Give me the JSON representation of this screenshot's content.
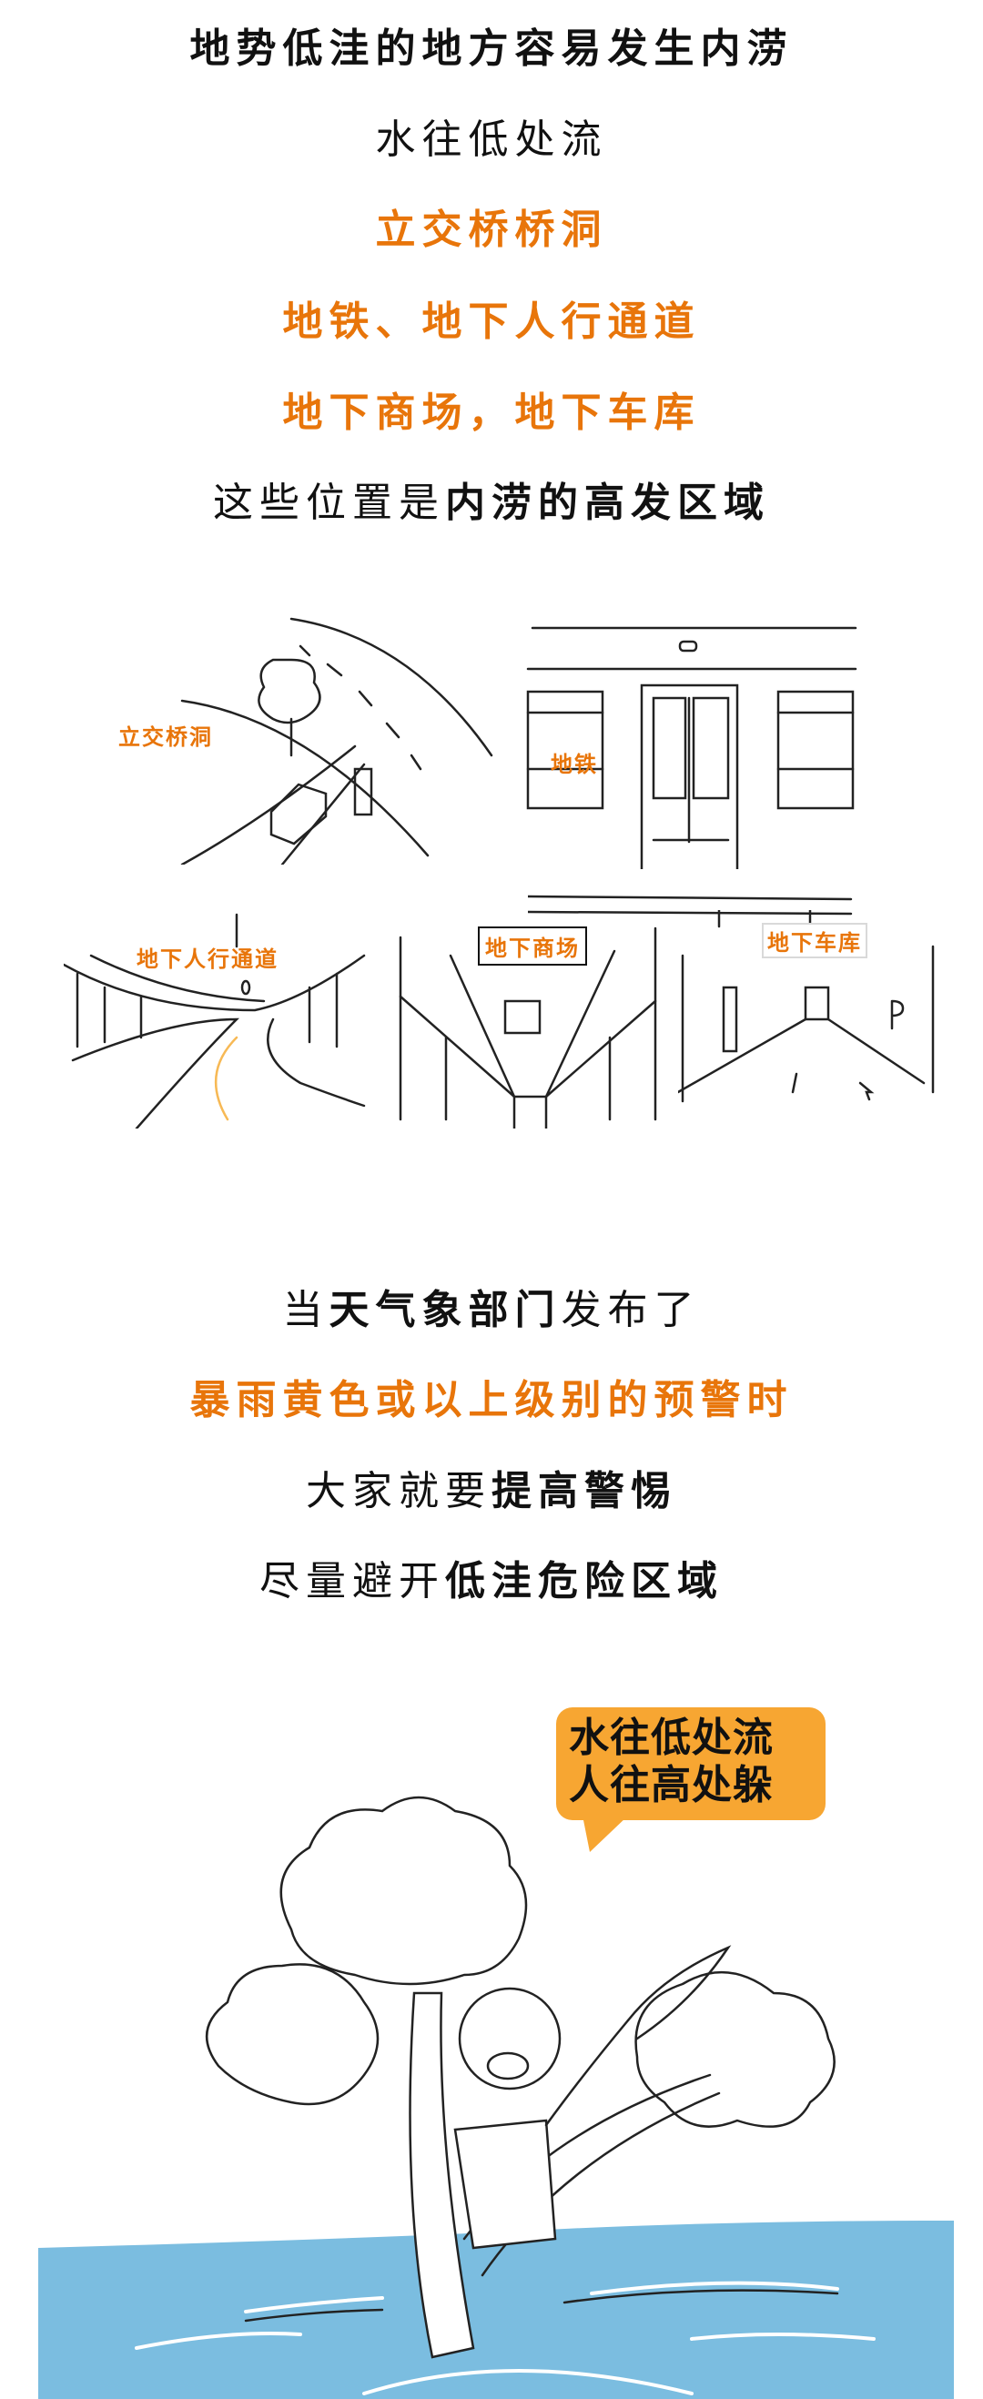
{
  "section1": {
    "line1": "地势低洼的地方容易发生内涝",
    "line2": "水往低处流",
    "line3": "立交桥桥洞",
    "line4": "地铁、地下人行通道",
    "line5": "地下商场，地下车库",
    "line6_regular": "这些位置是",
    "line6_bold": "内涝的高发区域"
  },
  "illustrations": {
    "overpass": "立交桥洞",
    "subway": "地铁",
    "underpass": "地下人行通道",
    "mall": "地下商场",
    "garage": "地下车库"
  },
  "section2": {
    "line1_a": "当",
    "line1_b": "天气象部门",
    "line1_c": "发布了",
    "line2": "暴雨黄色或以上级别的预警时",
    "line3_regular": "大家就要",
    "line3_bold": "提高警惕",
    "line4_regular": "尽量避开",
    "line4_bold": "低洼危险区域"
  },
  "bubble": {
    "line1": "水往低处流",
    "line2": "人往高处躲"
  },
  "colors": {
    "accent": "#E8750A",
    "bubble": "#F7A632",
    "water": "#7BBDE0"
  }
}
